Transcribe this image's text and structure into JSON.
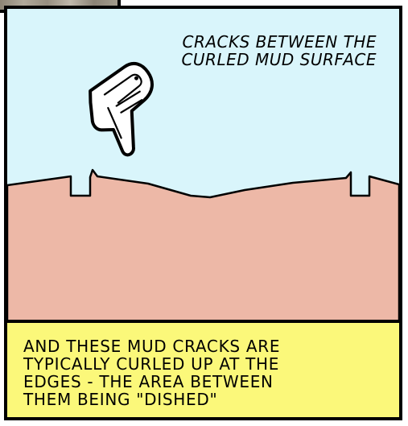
{
  "top_caption": {
    "line1": "CRACKS BETWEEN THE",
    "line2": "CURLED MUD SURFACE"
  },
  "bottom_caption": {
    "line1": "AND THESE MUD CRACKS ARE",
    "line2": "TYPICALLY CURLED UP AT THE",
    "line3": "EDGES - THE AREA BETWEEN",
    "line4": "THEM BEING \"DISHED\""
  },
  "colors": {
    "sky": "#d9f5fb",
    "mud": "#edb8a7",
    "caption_bg": "#fbf87a",
    "outline": "#000000"
  },
  "icons": {
    "pointer": "pointing-hand-icon"
  }
}
